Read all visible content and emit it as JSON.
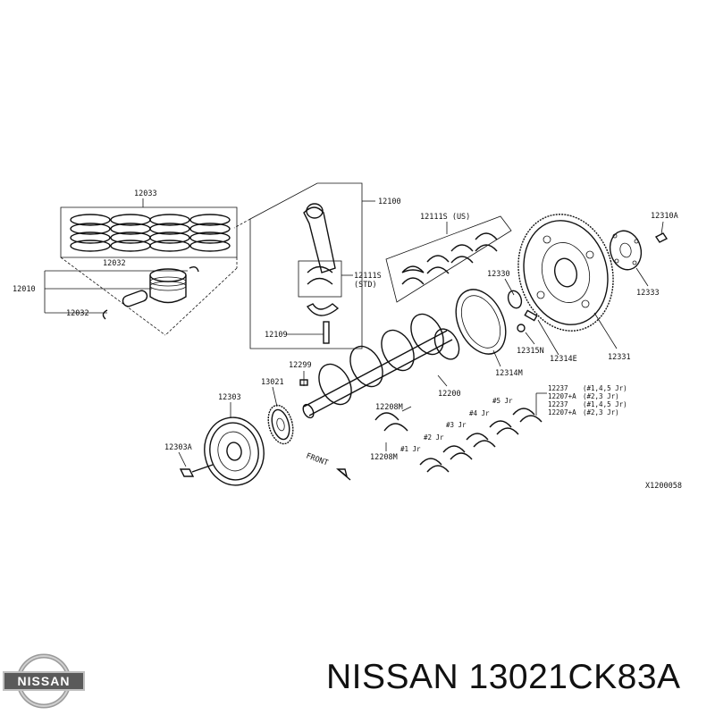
{
  "diagram": {
    "code": "X1200058",
    "labels": {
      "p12033": "12033",
      "p12032a": "12032",
      "p12010": "12010",
      "p12032b": "12032",
      "p12100": "12100",
      "p12111s_std": "12111S",
      "p12111s_std_note": "(STD)",
      "p12109": "12109",
      "p12111s_us": "12111S (US)",
      "p12330": "12330",
      "p12310a": "12310A",
      "p12333": "12333",
      "p12331": "12331",
      "p12315n": "12315N",
      "p12314e": "12314E",
      "p12314m": "12314M",
      "p12200": "12200",
      "p12299": "12299",
      "p13021": "13021",
      "p12303": "12303",
      "p12303a": "12303A",
      "p12208m_a": "12208M",
      "p12208m_b": "12208M",
      "p12237_a": "12237",
      "p12237_a_note": "(#1,4,5 Jr)",
      "p12207a_a": "12207+A",
      "p12207a_a_note": "(#2,3 Jr)",
      "p12237_b": "12237",
      "p12237_b_note": "(#1,4,5 Jr)",
      "p12207a_b": "12207+A",
      "p12207a_b_note": "(#2,3 Jr)",
      "jr5": "#5 Jr",
      "jr4": "#4 Jr",
      "jr3": "#3 Jr",
      "jr2": "#2 Jr",
      "jr1": "#1 Jr",
      "front": "FRONT"
    }
  },
  "brand": {
    "logo_text": "NISSAN",
    "caption": "NISSAN 13021CK83A"
  },
  "icons": {
    "logo": "nissan-logo-icon",
    "front_arrow": "front-arrow-icon"
  }
}
